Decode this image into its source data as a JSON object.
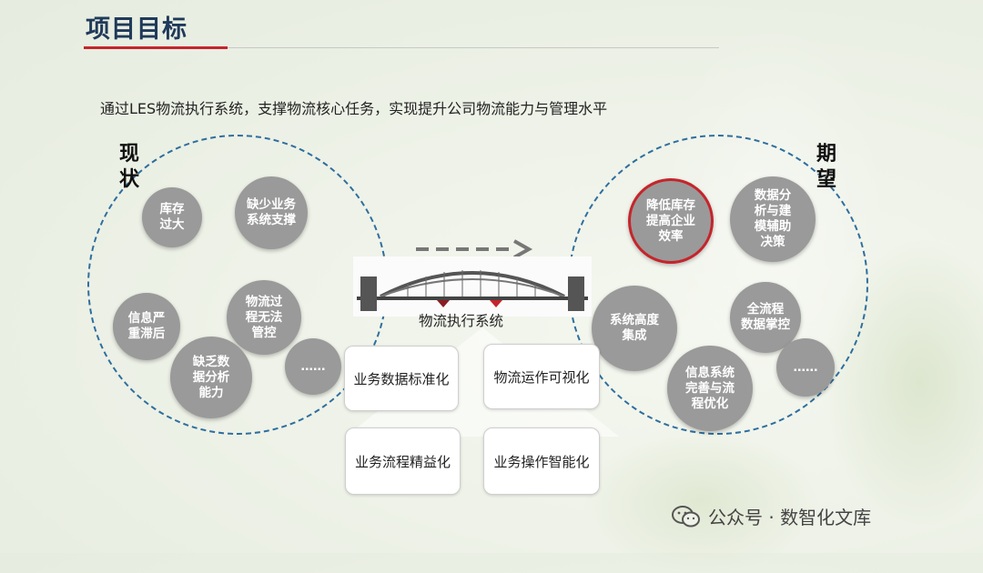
{
  "title": "项目目标",
  "subtitle": "通过LES物流执行系统，支撑物流核心任务，实现提升公司物流能力与管理水平",
  "current_state": {
    "label": "现状",
    "bubbles": [
      {
        "text": "库存\n过大"
      },
      {
        "text": "缺少业务\n系统支撑"
      },
      {
        "text": "信息严\n重滞后"
      },
      {
        "text": "物流过\n程无法\n管控"
      },
      {
        "text": "缺乏数\n据分析\n能力"
      },
      {
        "text": "……"
      }
    ]
  },
  "future_state": {
    "label": "期望",
    "bubbles": [
      {
        "text": "降低库存\n提高企业\n效率",
        "highlight": true
      },
      {
        "text": "数据分\n析与建\n模辅助\n决策"
      },
      {
        "text": "系统高度\n集成"
      },
      {
        "text": "全流程\n数据掌控"
      },
      {
        "text": "信息系统\n完善与流\n程优化"
      },
      {
        "text": "……"
      }
    ]
  },
  "center": {
    "system_label": "物流执行系统",
    "boxes": [
      "业务数据标准化",
      "物流运作可视化",
      "业务流程精益化",
      "业务操作智能化"
    ]
  },
  "watermark": "公众号 · 数智化文库",
  "colors": {
    "title": "#1f3a5a",
    "accent_red": "#c6242b",
    "ring": "#2e6e9e",
    "bubble": "#9a9a9a"
  }
}
